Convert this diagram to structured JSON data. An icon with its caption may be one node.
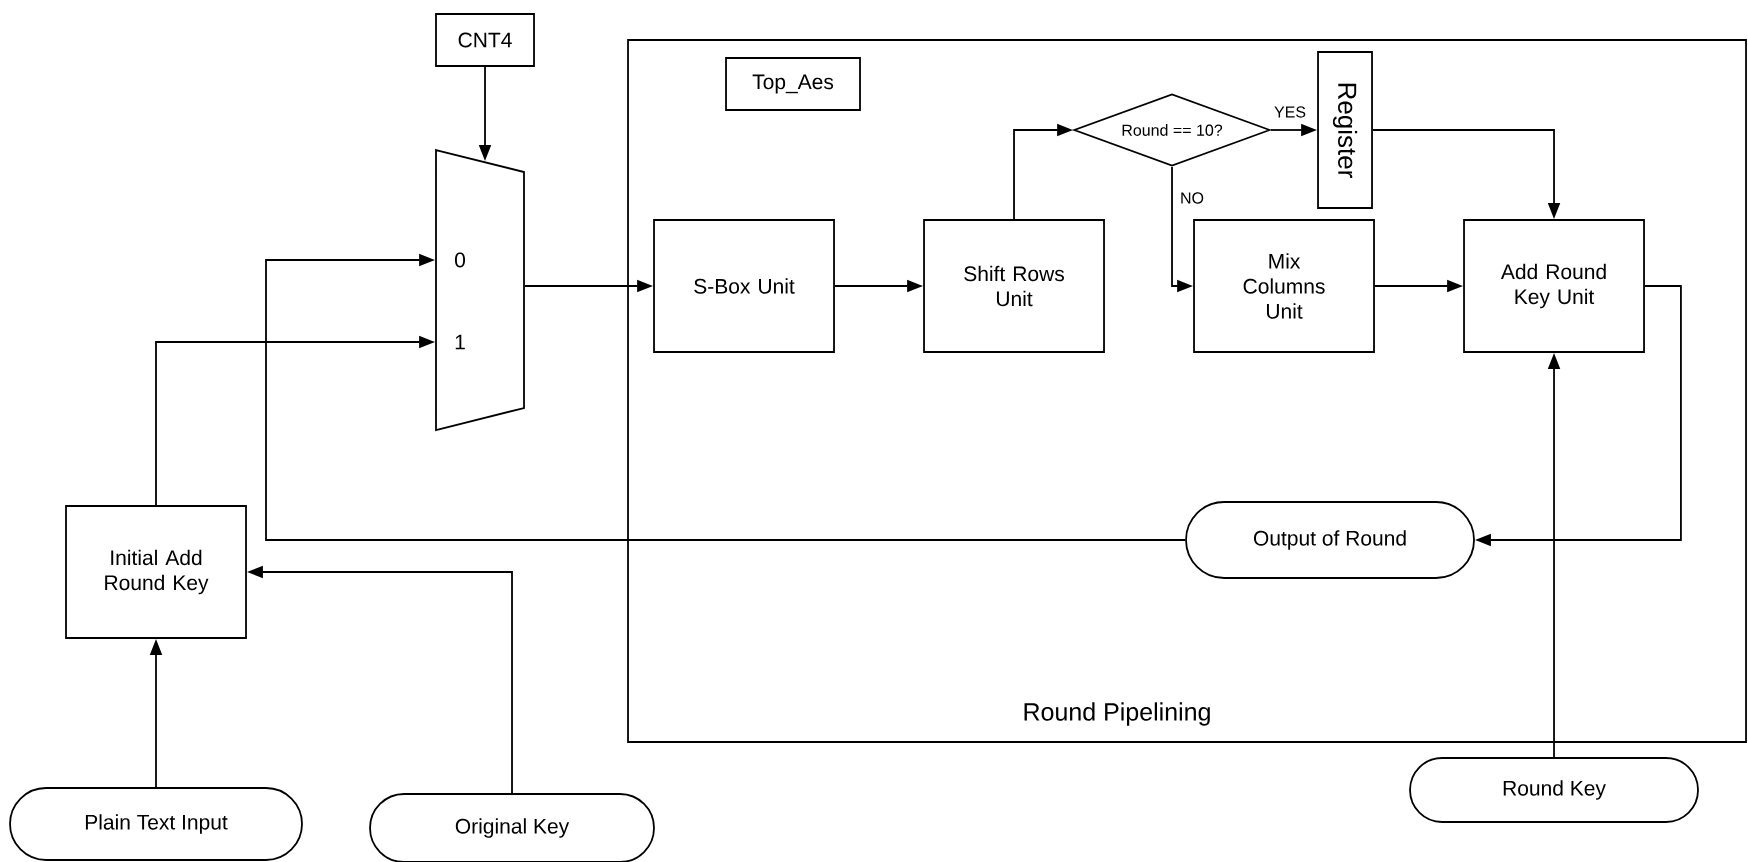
{
  "diagram": {
    "nodes": [
      {
        "text": [
          "Round Pipelining"
        ]
      },
      {
        "text": [
          "Top_Aes"
        ],
        "in": 0
      },
      {
        "text": [
          "S-Box Unit"
        ],
        "in": 0
      },
      {
        "text": [
          "Shift Rows Unit"
        ],
        "in": 0
      },
      {
        "text": [
          "Round == 10?"
        ],
        "in": 0
      },
      {
        "text": [
          "Register"
        ],
        "in": 0
      },
      {
        "text": [
          "Mix Columns Unit"
        ],
        "in": 0
      },
      {
        "text": [
          "Add Round Key Unit"
        ],
        "in": 0
      },
      {
        "text": [
          "Output of Round"
        ],
        "in": 0
      },
      {
        "text": [
          "CNT4"
        ]
      },
      {
        "text": [
          "0",
          "1"
        ]
      },
      {
        "text": [
          "Initial Add Round Key"
        ]
      },
      {
        "text": [
          "Plain Text Input"
        ]
      },
      {
        "text": [
          "Original Key"
        ]
      },
      {
        "text": [
          "Round Key"
        ]
      }
    ],
    "edges": [
      {
        "from": 9,
        "to": 10,
        "arrow": "to"
      },
      {
        "from": 10,
        "to": 2,
        "arrow": "to"
      },
      {
        "from": 2,
        "to": 3,
        "arrow": "to"
      },
      {
        "from": 3,
        "to": 4,
        "arrow": "to"
      },
      {
        "from": 4,
        "to": 5,
        "arrow": "to",
        "label": "YES"
      },
      {
        "from": 4,
        "to": 6,
        "arrow": "to",
        "label": "NO"
      },
      {
        "from": 5,
        "to": 7,
        "arrow": "to"
      },
      {
        "from": 6,
        "to": 7,
        "arrow": "to"
      },
      {
        "from": 7,
        "to": 8,
        "arrow": "to"
      },
      {
        "from": 8,
        "to": 10,
        "arrow": "to"
      },
      {
        "from": 11,
        "to": 10,
        "arrow": "to"
      },
      {
        "from": 12,
        "to": 11,
        "arrow": "to"
      },
      {
        "from": 13,
        "to": 11,
        "arrow": "to"
      },
      {
        "from": 14,
        "to": 7,
        "arrow": "to"
      }
    ]
  }
}
